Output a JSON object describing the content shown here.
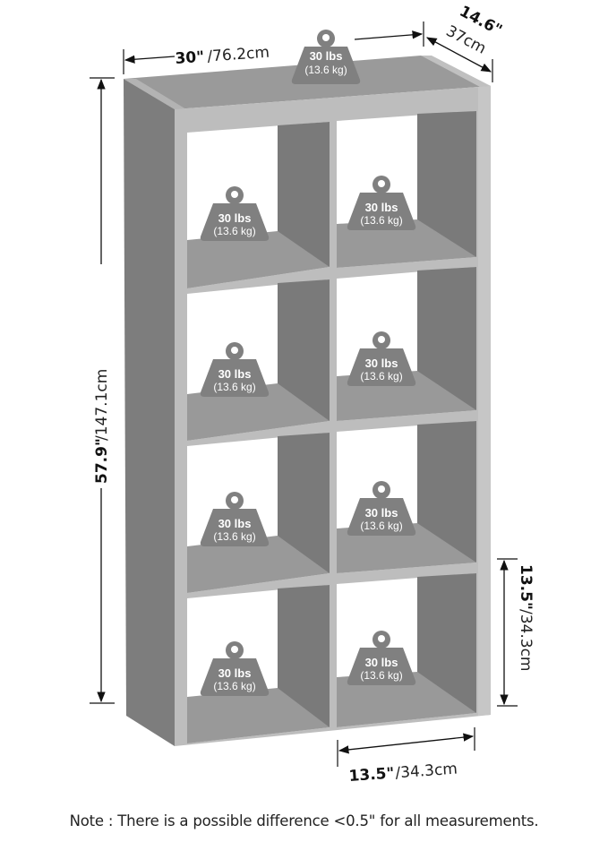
{
  "diagram": {
    "type": "product-dimension-diagram",
    "subject": "8-cube storage bookcase (2 columns x 4 rows)",
    "colors": {
      "frame_light": "#b9b9b9",
      "frame_front_edge": "#c4c4c4",
      "side_panel": "#7d7d7d",
      "inner_back": "#7a7a7a",
      "shelf_surface": "#999999",
      "top_surface": "#9a9a9a",
      "weight_icon": "#808080",
      "text": "#111111"
    },
    "dimensions": {
      "width": {
        "imperial": "30\"",
        "metric": "/76.2cm"
      },
      "depth": {
        "imperial": "14.6\"",
        "metric": "37cm"
      },
      "height": {
        "imperial": "57.9\"",
        "metric": "/147.1cm"
      },
      "cube_height": {
        "imperial": "13.5\"",
        "metric": "/34.3cm"
      },
      "cube_width": {
        "imperial": "13.5\"",
        "metric": "/34.3cm"
      }
    },
    "weight_capacity": {
      "top": {
        "lbs": "30 lbs",
        "kg": "(13.6 kg)"
      },
      "cubes": [
        {
          "lbs": "30 lbs",
          "kg": "(13.6 kg)"
        },
        {
          "lbs": "30 lbs",
          "kg": "(13.6 kg)"
        },
        {
          "lbs": "30 lbs",
          "kg": "(13.6 kg)"
        },
        {
          "lbs": "30 lbs",
          "kg": "(13.6 kg)"
        },
        {
          "lbs": "30 lbs",
          "kg": "(13.6 kg)"
        },
        {
          "lbs": "30 lbs",
          "kg": "(13.6 kg)"
        },
        {
          "lbs": "30 lbs",
          "kg": "(13.6 kg)"
        },
        {
          "lbs": "30 lbs",
          "kg": "(13.6 kg)"
        }
      ]
    },
    "note": "Note : There is a possible difference <0.5\" for all measurements."
  }
}
